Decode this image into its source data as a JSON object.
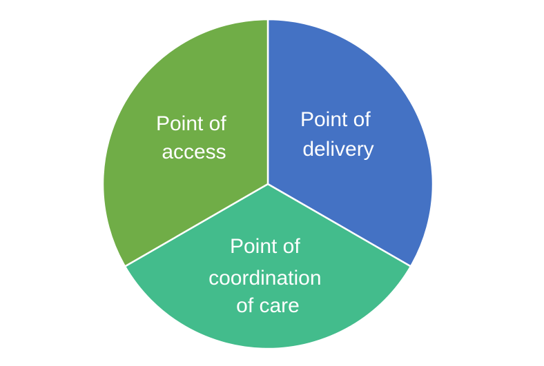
{
  "segments": [
    {
      "id": "point-of-delivery",
      "lines": [
        "Point of",
        "delivery"
      ],
      "color": "#4472C4"
    },
    {
      "id": "point-of-coordination-of-care",
      "lines": [
        "Point of",
        "coordination",
        "of care"
      ],
      "color": "#43BC8C"
    },
    {
      "id": "point-of-access",
      "lines": [
        "Point of",
        "access"
      ],
      "color": "#70AD47"
    }
  ]
}
